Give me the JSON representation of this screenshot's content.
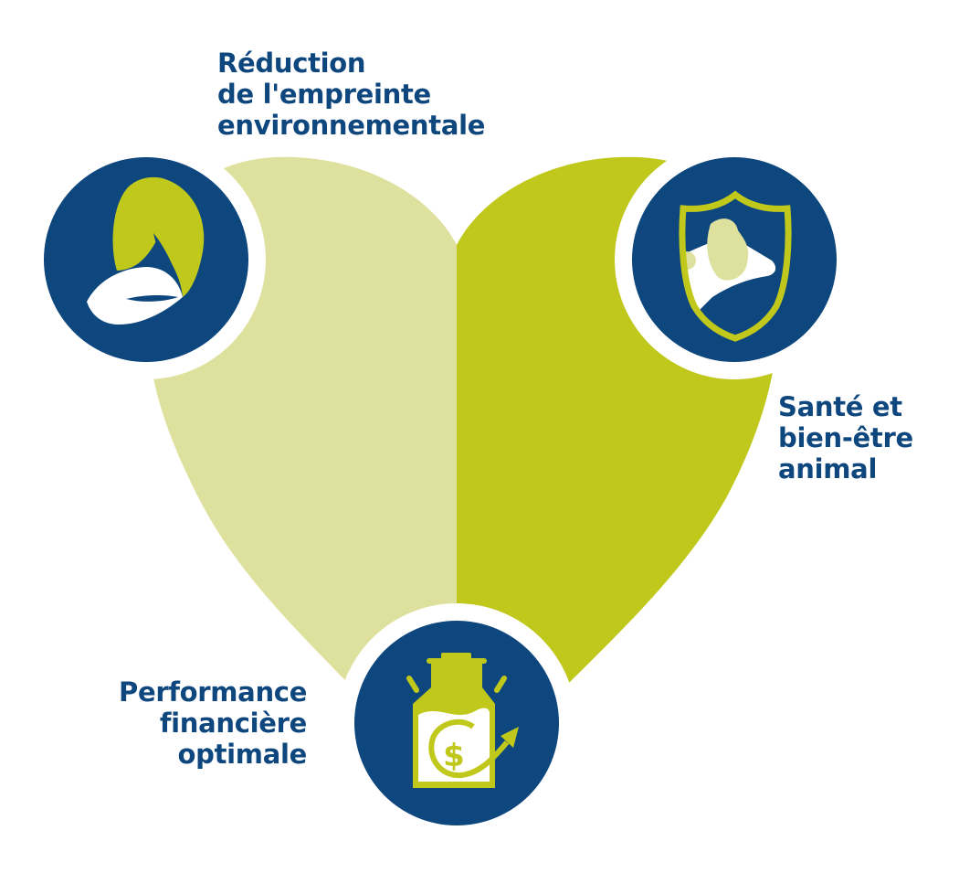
{
  "colors": {
    "navy": "#0e467e",
    "lime": "#c0c81b",
    "pale_lime": "#dee19e",
    "white": "#ffffff"
  },
  "heart": {
    "left_half": "pale-lime",
    "right_half": "lime"
  },
  "pillars": [
    {
      "id": "environment",
      "icon": "leaves-icon",
      "lines": [
        "Réduction",
        "de l'empreinte",
        "environnementale"
      ]
    },
    {
      "id": "health",
      "icon": "shield-cow-icon",
      "lines": [
        "Santé et",
        "bien-être",
        "animal"
      ]
    },
    {
      "id": "financial",
      "icon": "milk-can-dollar-icon",
      "lines": [
        "Performance",
        "financière",
        "optimale"
      ]
    }
  ]
}
